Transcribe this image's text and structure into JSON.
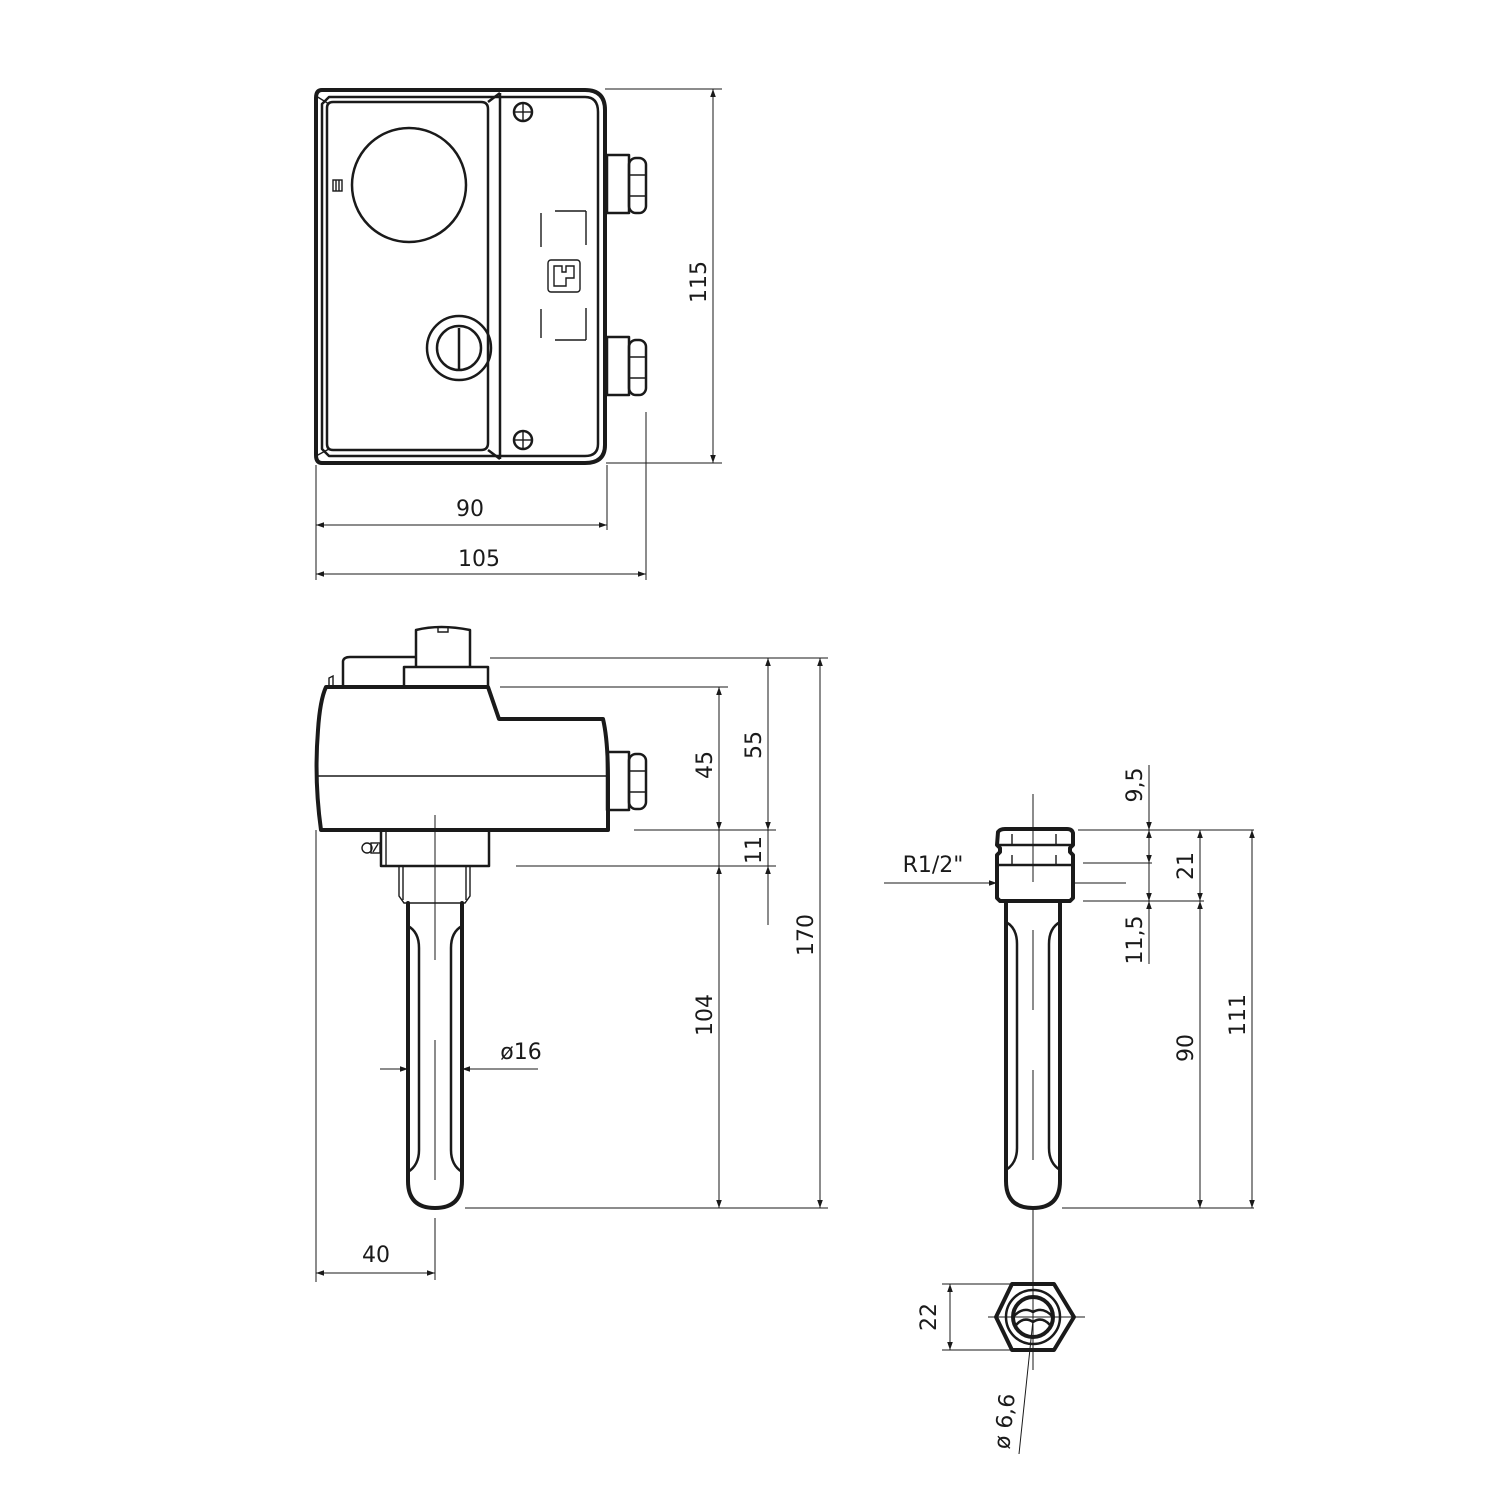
{
  "drawing": {
    "title": "Immersion thermostat dimension drawing",
    "line_color": "#1a1a1a",
    "background": "#ffffff"
  },
  "front_view": {
    "dimensions": {
      "height": "115",
      "width_body": "90",
      "width_total": "105"
    },
    "icons": [
      "screw-icon",
      "cable-gland-icon",
      "adjustment-knob-icon",
      "slotted-screw-icon",
      "approval-mark-icon"
    ]
  },
  "side_view": {
    "dimensions": {
      "head_height": "45",
      "head_height_total": "55",
      "neck_height": "11",
      "sheath_length": "104",
      "total_height": "170",
      "sheath_diameter": "ø16",
      "axis_offset": "40"
    }
  },
  "probe_view": {
    "dimensions": {
      "thread": "R1/2\"",
      "top_offset": "9,5",
      "thread_height": "21",
      "bottom_offset": "11,5",
      "sheath_length": "90",
      "total_length": "111"
    }
  },
  "bottom_view": {
    "dimensions": {
      "hex_size": "22",
      "bore_diameter": "ø 6,6"
    }
  }
}
